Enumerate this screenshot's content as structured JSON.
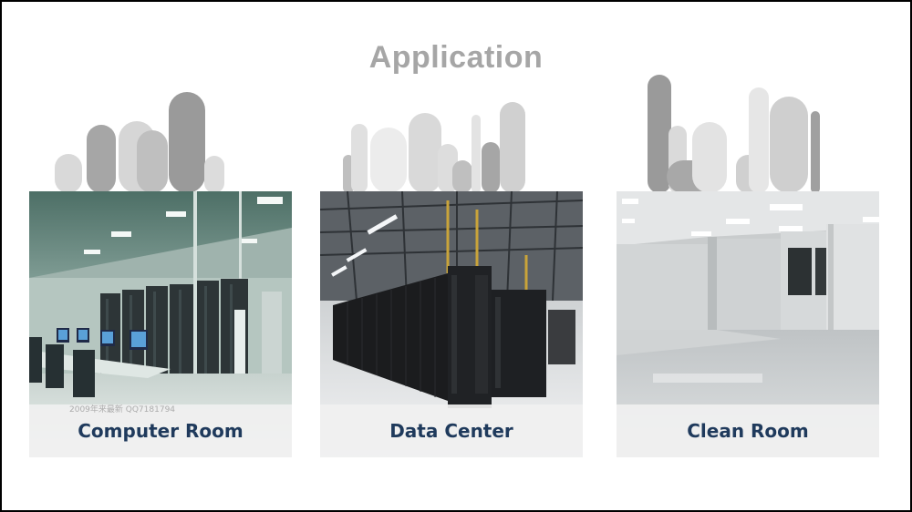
{
  "title": "Application",
  "cards": [
    {
      "label": "Computer Room",
      "watermark": "2009年来最新  QQ7181794"
    },
    {
      "label": "Data Center"
    },
    {
      "label": "Clean Room"
    }
  ]
}
